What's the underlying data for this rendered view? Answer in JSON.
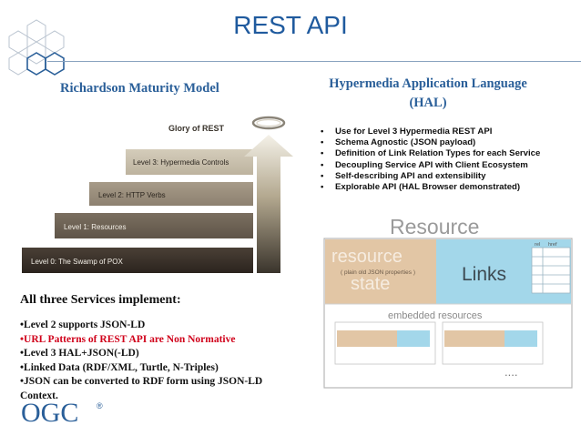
{
  "slide": {
    "title": "REST API"
  },
  "left": {
    "heading": "Richardson Maturity Model",
    "levels": [
      "Level 0: The Swamp of POX",
      "Level 1: Resources",
      "Level 2: HTTP Verbs",
      "Level 3: Hypermedia Controls"
    ],
    "glory_label": "Glory of REST",
    "summary_heading": "All three Services implement:",
    "summary_lines": [
      {
        "text": "•Level 2 supports JSON-LD",
        "color": "#111111"
      },
      {
        "text": "•URL Patterns of REST API are Non Normative",
        "color": "#d0021b"
      },
      {
        "text": "•Level 3 HAL+JSON(-LD)",
        "color": "#111111"
      },
      {
        "text": "•Linked Data (RDF/XML, Turtle, N-Triples)",
        "color": "#111111"
      },
      {
        "text": "•JSON can be converted to RDF form using JSON-LD",
        "color": "#111111"
      },
      {
        "text": "Context.",
        "color": "#111111"
      }
    ]
  },
  "right": {
    "heading_line1": "Hypermedia Application Language",
    "heading_line2": "(HAL)",
    "bullets": [
      "Use for Level 3 Hypermedia REST API",
      "Schema Agnostic (JSON payload)",
      "Definition of Link Relation Types for each Service",
      "Decoupling Service API with Client Ecosystem",
      "Self-describing API and extensibility",
      "Explorable API (HAL Browser demonstrated)"
    ],
    "hal_diagram": {
      "resource_label": "Resource",
      "state_word1": "resource",
      "state_word2": "state",
      "state_note": "( plain old JSON properties )",
      "links_label": "Links",
      "rel_label": "rel",
      "href_label": "href",
      "embedded_label": "embedded resources",
      "ellipsis": "....",
      "colors": {
        "state": "#e2c6a5",
        "links": "#a3d7ea",
        "frame": "#b8b8b8"
      }
    }
  },
  "footer": {
    "logo_text": "OGC",
    "registered_mark": "®"
  }
}
